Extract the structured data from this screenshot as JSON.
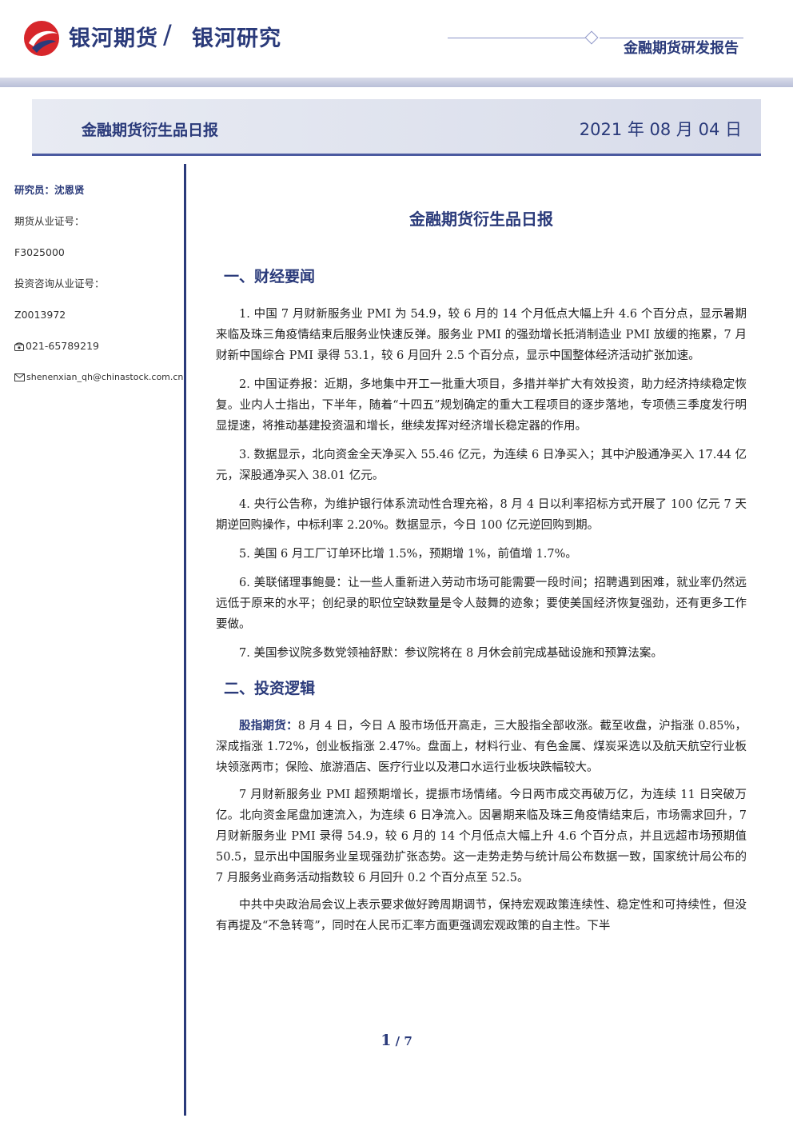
{
  "header": {
    "brand": "银河期货",
    "brand_slash": "/",
    "brand2": "银河研究",
    "report_type": "金融期货研发报告",
    "band_title": "金融期货衍生品日报",
    "band_date": "2021 年 08 月 04 日"
  },
  "sidebar": {
    "researcher": "研究员：沈恩贤",
    "license_label": "期货从业证号：",
    "license_no": "F3025000",
    "consult_label": "投资咨询从业证号：",
    "consult_no": "Z0013972",
    "phone": "021-65789219",
    "email": "shenenxian_qh@chinastock.com.cn"
  },
  "doc": {
    "title": "金融期货衍生品日报",
    "section1": "一、财经要闻",
    "news": [
      "1. 中国 7 月财新服务业 PMI 为 54.9，较 6 月的 14 个月低点大幅上升 4.6 个百分点，显示暑期来临及珠三角疫情结束后服务业快速反弹。服务业 PMI 的强劲增长抵消制造业 PMI 放缓的拖累，7 月财新中国综合 PMI 录得 53.1，较 6 月回升 2.5 个百分点，显示中国整体经济活动扩张加速。",
      "2. 中国证券报：近期，多地集中开工一批重大项目，多措并举扩大有效投资，助力经济持续稳定恢复。业内人士指出，下半年，随着“十四五”规划确定的重大工程项目的逐步落地，专项债三季度发行明显提速，将推动基建投资温和增长，继续发挥对经济增长稳定器的作用。",
      "3. 数据显示，北向资金全天净买入 55.46 亿元，为连续 6 日净买入；其中沪股通净买入 17.44 亿元，深股通净买入 38.01 亿元。",
      "4. 央行公告称，为维护银行体系流动性合理充裕，8 月 4 日以利率招标方式开展了 100 亿元 7 天期逆回购操作，中标利率 2.20%。数据显示，今日 100 亿元逆回购到期。",
      "5. 美国 6 月工厂订单环比增 1.5%，预期增 1%，前值增 1.7%。",
      "6. 美联储理事鲍曼：让一些人重新进入劳动市场可能需要一段时间；招聘遇到困难，就业率仍然远远低于原来的水平；创纪录的职位空缺数量是令人鼓舞的迹象；要使美国经济恢复强劲，还有更多工作要做。",
      "7. 美国参议院多数党领袖舒默：参议院将在 8 月休会前完成基础设施和预算法案。"
    ],
    "section2": "二、投资逻辑",
    "stock_lead": "股指期货：",
    "stock_p1": "8 月 4 日，今日 A 股市场低开高走，三大股指全部收涨。截至收盘，沪指涨 0.85%，深成指涨 1.72%，创业板指涨 2.47%。盘面上，材料行业、有色金属、煤炭采选以及航天航空行业板块领涨两市；保险、旅游酒店、医疗行业以及港口水运行业板块跌幅较大。",
    "stock_p2": "7 月财新服务业 PMI 超预期增长，提振市场情绪。今日两市成交再破万亿，为连续 11 日突破万亿。北向资金尾盘加速流入，为连续 6 日净流入。因暑期来临及珠三角疫情结束后，市场需求回升，7 月财新服务业 PMI 录得 54.9，较 6 月的 14 个月低点大幅上升 4.6 个百分点，并且远超市场预期值 50.5，显示出中国服务业呈现强劲扩张态势。这一走势走势与统计局公布数据一致，国家统计局公布的 7 月服务业商务活动指数较 6 月回升 0.2 个百分点至 52.5。",
    "stock_p3": "中共中央政治局会议上表示要求做好跨周期调节，保持宏观政策连续性、稳定性和可持续性，但没有再提及“不急转弯”，同时在人民币汇率方面更强调宏观政策的自主性。下半"
  },
  "footer": {
    "page": "1",
    "sep": " / ",
    "total": "7"
  },
  "colors": {
    "brand": "#2a3a7a",
    "logo_red": "#d7262b"
  }
}
